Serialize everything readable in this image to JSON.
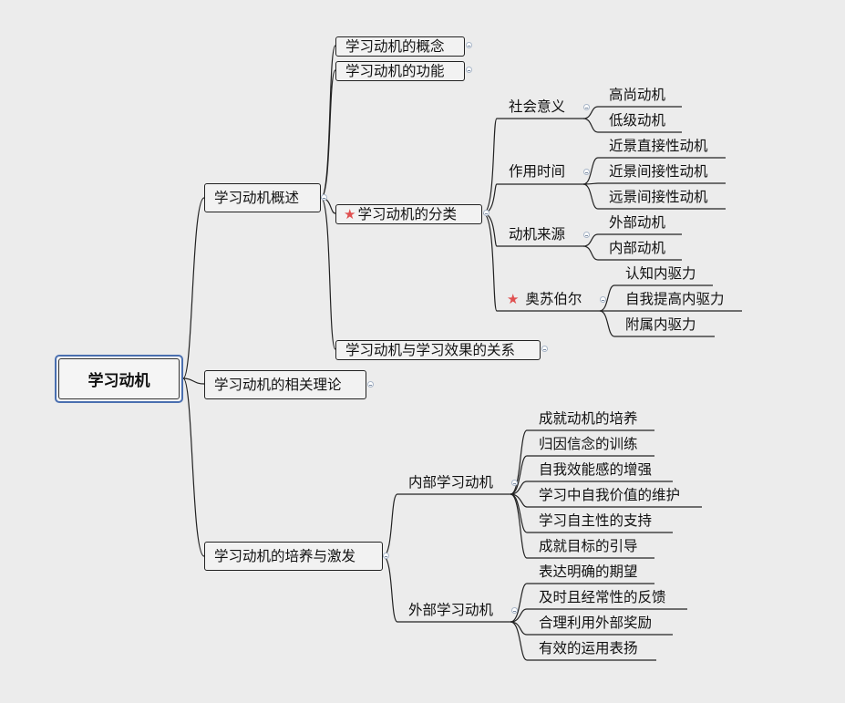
{
  "root": {
    "label": "学习动机"
  },
  "branches": {
    "overview": {
      "label": "学习动机概述",
      "children": {
        "concept": "学习动机的概念",
        "function": "学习动机的功能",
        "classification": {
          "label": "学习动机的分类",
          "groups": {
            "social": {
              "label": "社会意义",
              "items": [
                "高尚动机",
                "低级动机"
              ]
            },
            "time": {
              "label": "作用时间",
              "items": [
                "近景直接性动机",
                "近景间接性动机",
                "远景间接性动机"
              ]
            },
            "source": {
              "label": "动机来源",
              "items": [
                "外部动机",
                "内部动机"
              ]
            },
            "ausubel": {
              "label": "奥苏伯尔",
              "items": [
                "认知内驱力",
                "自我提高内驱力",
                "附属内驱力"
              ]
            }
          }
        },
        "relation": "学习动机与学习效果的关系"
      }
    },
    "theory": {
      "label": "学习动机的相关理论"
    },
    "cultivation": {
      "label": "学习动机的培养与激发",
      "groups": {
        "internal": {
          "label": "内部学习动机",
          "items": [
            "成就动机的培养",
            "归因信念的训练",
            "自我效能感的增强",
            "学习中自我价值的维护",
            "学习自主性的支持",
            "成就目标的引导"
          ]
        },
        "external": {
          "label": "外部学习动机",
          "items": [
            "表达明确的期望",
            "及时且经常性的反馈",
            "合理利用外部奖励",
            "有效的运用表扬"
          ]
        }
      }
    }
  },
  "colors": {
    "line": "#222222",
    "root_border": "#4a6fb0",
    "star": "#e05050",
    "background": "#ececec"
  },
  "icons": {
    "star": "star-icon",
    "collapse": "collapse-toggle-icon"
  }
}
